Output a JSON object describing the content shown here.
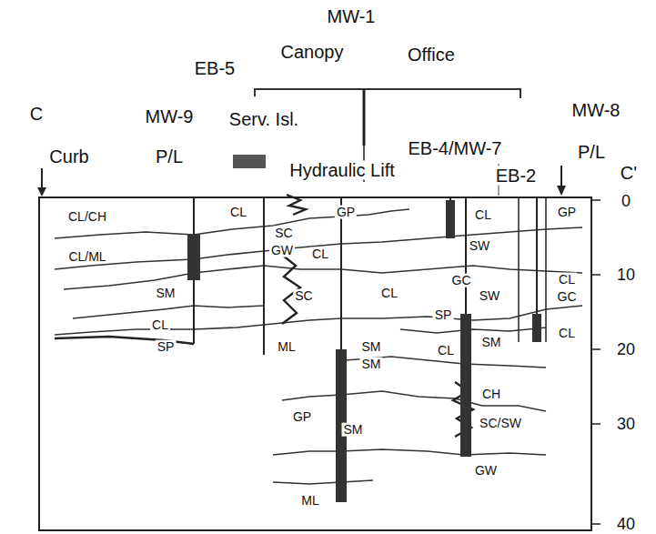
{
  "diagram": {
    "labels": [
      "MW-1",
      "EB-5",
      "Canopy",
      "Office",
      "C",
      "MW-9",
      "Serv. Isl.",
      "MW-8",
      "EB-4/MW-7",
      "Curb",
      "P/L",
      "Hydraulic Lift",
      "EB-2",
      "P/L",
      "C'",
      "0",
      "10",
      "20",
      "30",
      "40",
      "CL/CH",
      "CL",
      "GP",
      "CL",
      "GP",
      "SC",
      "GW",
      "SW",
      "CL/ML",
      "CL",
      "CL",
      "GC",
      "SW",
      "CL",
      "SM",
      "SC",
      "GC",
      "SP",
      "CL",
      "SM",
      "SM",
      "CL",
      "CL",
      "SP",
      "ML",
      "SM",
      "CH",
      "GP",
      "SC/SW",
      "SM",
      "GW",
      "ML"
    ]
  }
}
